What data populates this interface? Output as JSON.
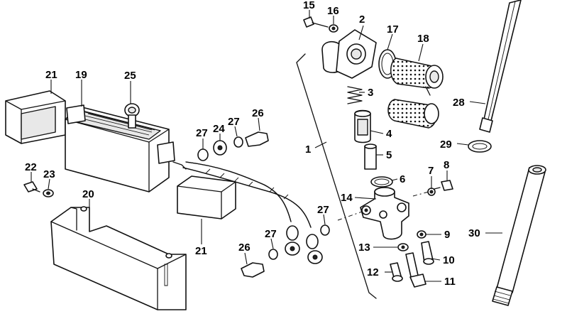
{
  "callouts": {
    "n1": "1",
    "n2": "2",
    "n3": "3",
    "n4": "4",
    "n5": "5",
    "n6": "6",
    "n7": "7",
    "n8": "8",
    "n9": "9",
    "n10": "10",
    "n11": "11",
    "n12": "12",
    "n13": "13",
    "n14": "14",
    "n15": "15",
    "n16": "16",
    "n17": "17",
    "n18": "18",
    "n19": "19",
    "n20": "20",
    "n21a": "21",
    "n21b": "21",
    "n22": "22",
    "n23": "23",
    "n24": "24",
    "n25": "25",
    "n26a": "26",
    "n26b": "26",
    "n27a": "27",
    "n27b": "27",
    "n27c": "27",
    "n27d": "27",
    "n28": "28",
    "n29": "29",
    "n30": "30"
  }
}
